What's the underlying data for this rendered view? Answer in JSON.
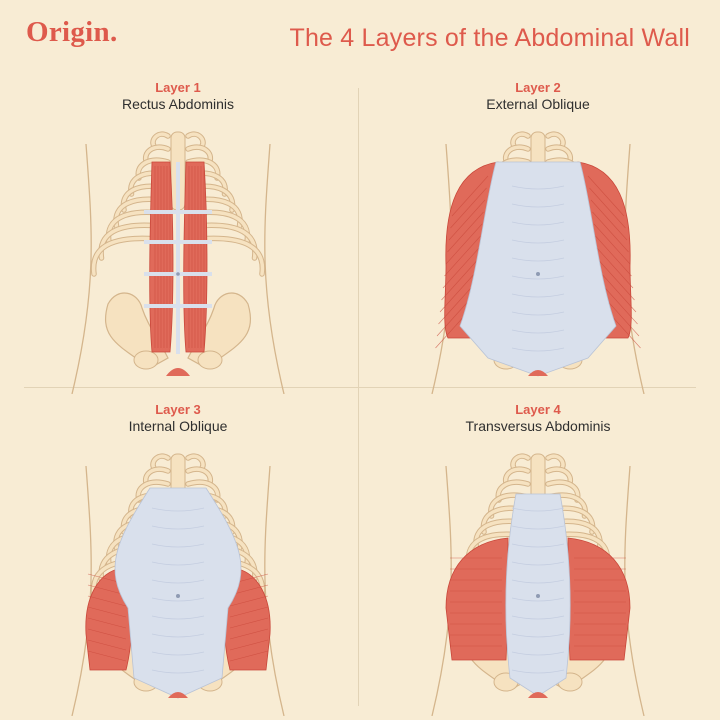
{
  "brand": {
    "logo": "Origin."
  },
  "header": {
    "title": "The 4 Layers of the Abdominal Wall"
  },
  "colors": {
    "background": "#f8ecd4",
    "accent": "#de5a4c",
    "muscle": "#e06a5a",
    "fascia": "#d9e0ec",
    "bone": "#f6e2c0",
    "outline": "#d4b58c"
  },
  "layers": [
    {
      "number": "Layer 1",
      "name": "Rectus Abdominis"
    },
    {
      "number": "Layer 2",
      "name": "External Oblique"
    },
    {
      "number": "Layer 3",
      "name": "Internal Oblique"
    },
    {
      "number": "Layer 4",
      "name": "Transversus Abdominis"
    }
  ]
}
